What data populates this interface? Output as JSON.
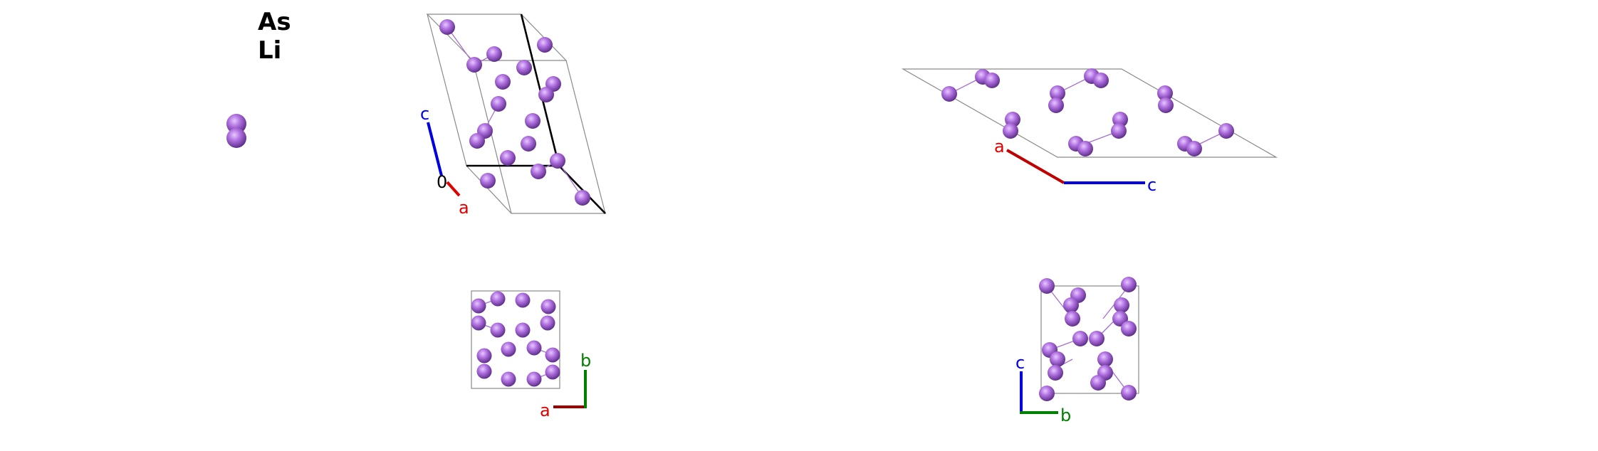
{
  "legend": {
    "elements": [
      "As",
      "Li"
    ]
  },
  "colors": {
    "atom": "#b070e0",
    "atom_shadow": "#6a3a9a",
    "axis_a": "#e00000",
    "axis_a_dark": "#a00000",
    "axis_b": "#008000",
    "axis_c": "#0000e0",
    "cell_line": "#808080",
    "cell_axis": "#000000",
    "bond": "#b070e0"
  },
  "views": {
    "perspective": {
      "axes": [
        "c",
        "a"
      ],
      "origin_label": "0"
    },
    "top_right": {
      "axes": [
        "a",
        "c"
      ]
    },
    "bottom_middle": {
      "axes": [
        "a",
        "b"
      ]
    },
    "bottom_right": {
      "axes": [
        "c",
        "b"
      ]
    }
  }
}
